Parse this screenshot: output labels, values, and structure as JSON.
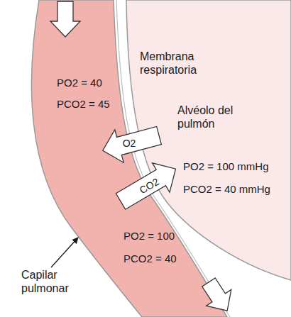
{
  "diagram": {
    "labels": [
      "Membrana respiratoria",
      "PO2 = 40",
      "PCO2 = 45",
      "O2",
      "Alvéolo del pulmón",
      "PO2 = 100 mmHg",
      "PCO2 = 40 mmHg",
      "CO2",
      "PO2 = 100",
      "PCO2 = 40",
      "Capilar pulmonar"
    ]
  }
}
